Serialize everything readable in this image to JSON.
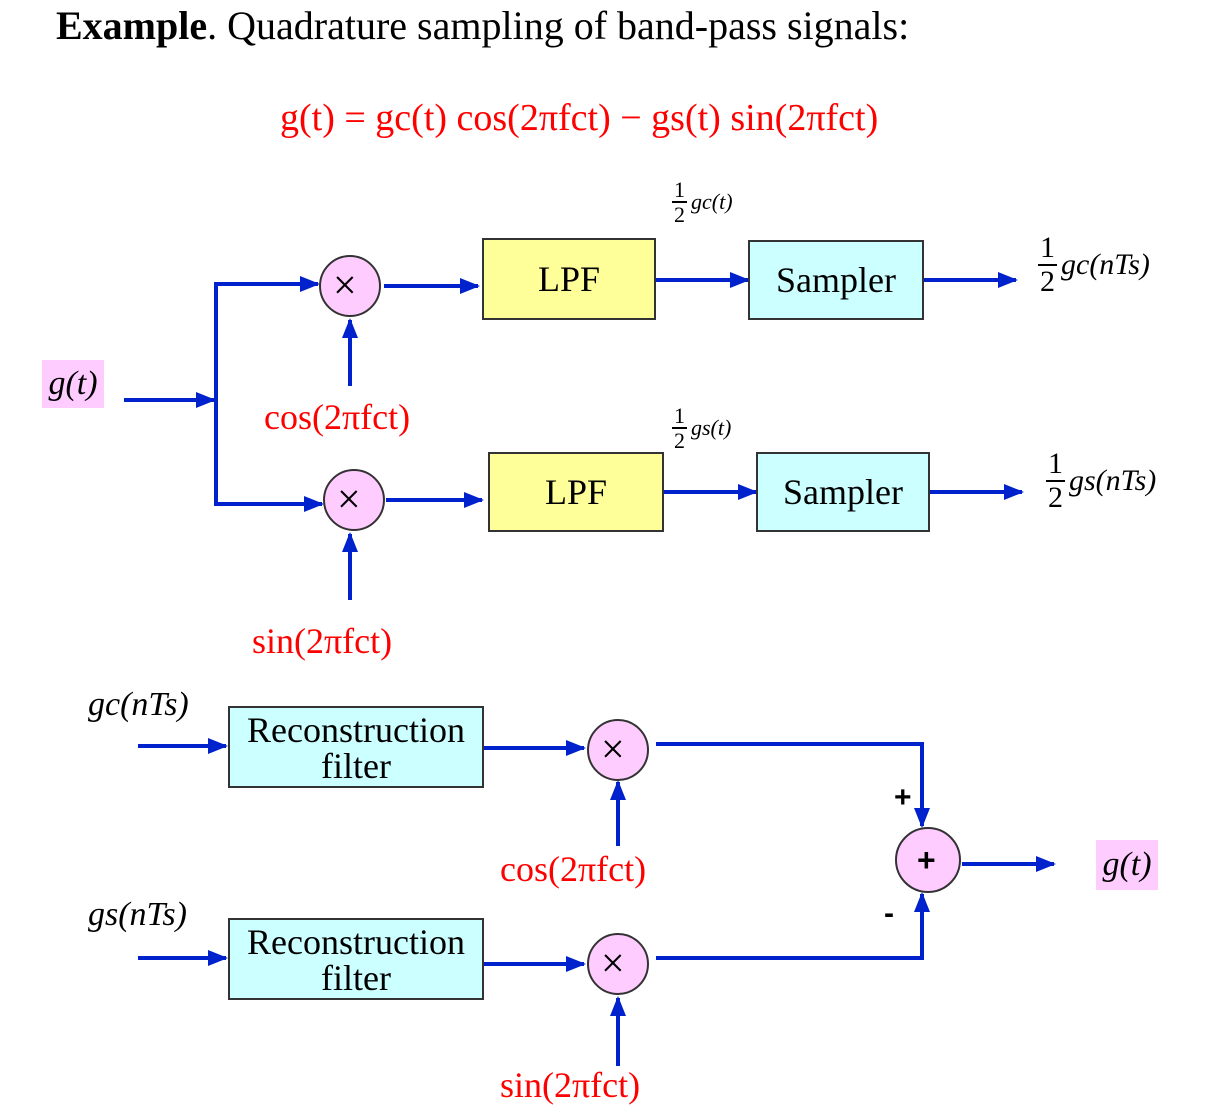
{
  "title": {
    "bold": "Example",
    "rest": ". Quadrature sampling of band-pass signals:"
  },
  "equation": "g(t) = gc(t) cos(2πfct) − gs(t) sin(2πfct)",
  "input_label": "g(t)",
  "output_label": "g(t)",
  "lpf_label": "LPF",
  "sampler_label": "Sampler",
  "recon_label_line1": "Reconstruction",
  "recon_label_line2": "filter",
  "mult_symbol": "×",
  "sum_symbol": "+",
  "plus_sign": "+",
  "minus_sign": "-",
  "cos_label": "cos(2πfct)",
  "sin_label": "sin(2πfct)",
  "half_num": "1",
  "half_den": "2",
  "gc_t": "gc(t)",
  "gs_t": "gs(t)",
  "gc_nTs": "gc(nTs)",
  "gs_nTs": "gs(nTs)",
  "colors": {
    "line": "#0022cc",
    "red": "#ff0000",
    "lpf": "#ffff99",
    "cyan": "#ccffff",
    "pink": "#ffccff"
  }
}
